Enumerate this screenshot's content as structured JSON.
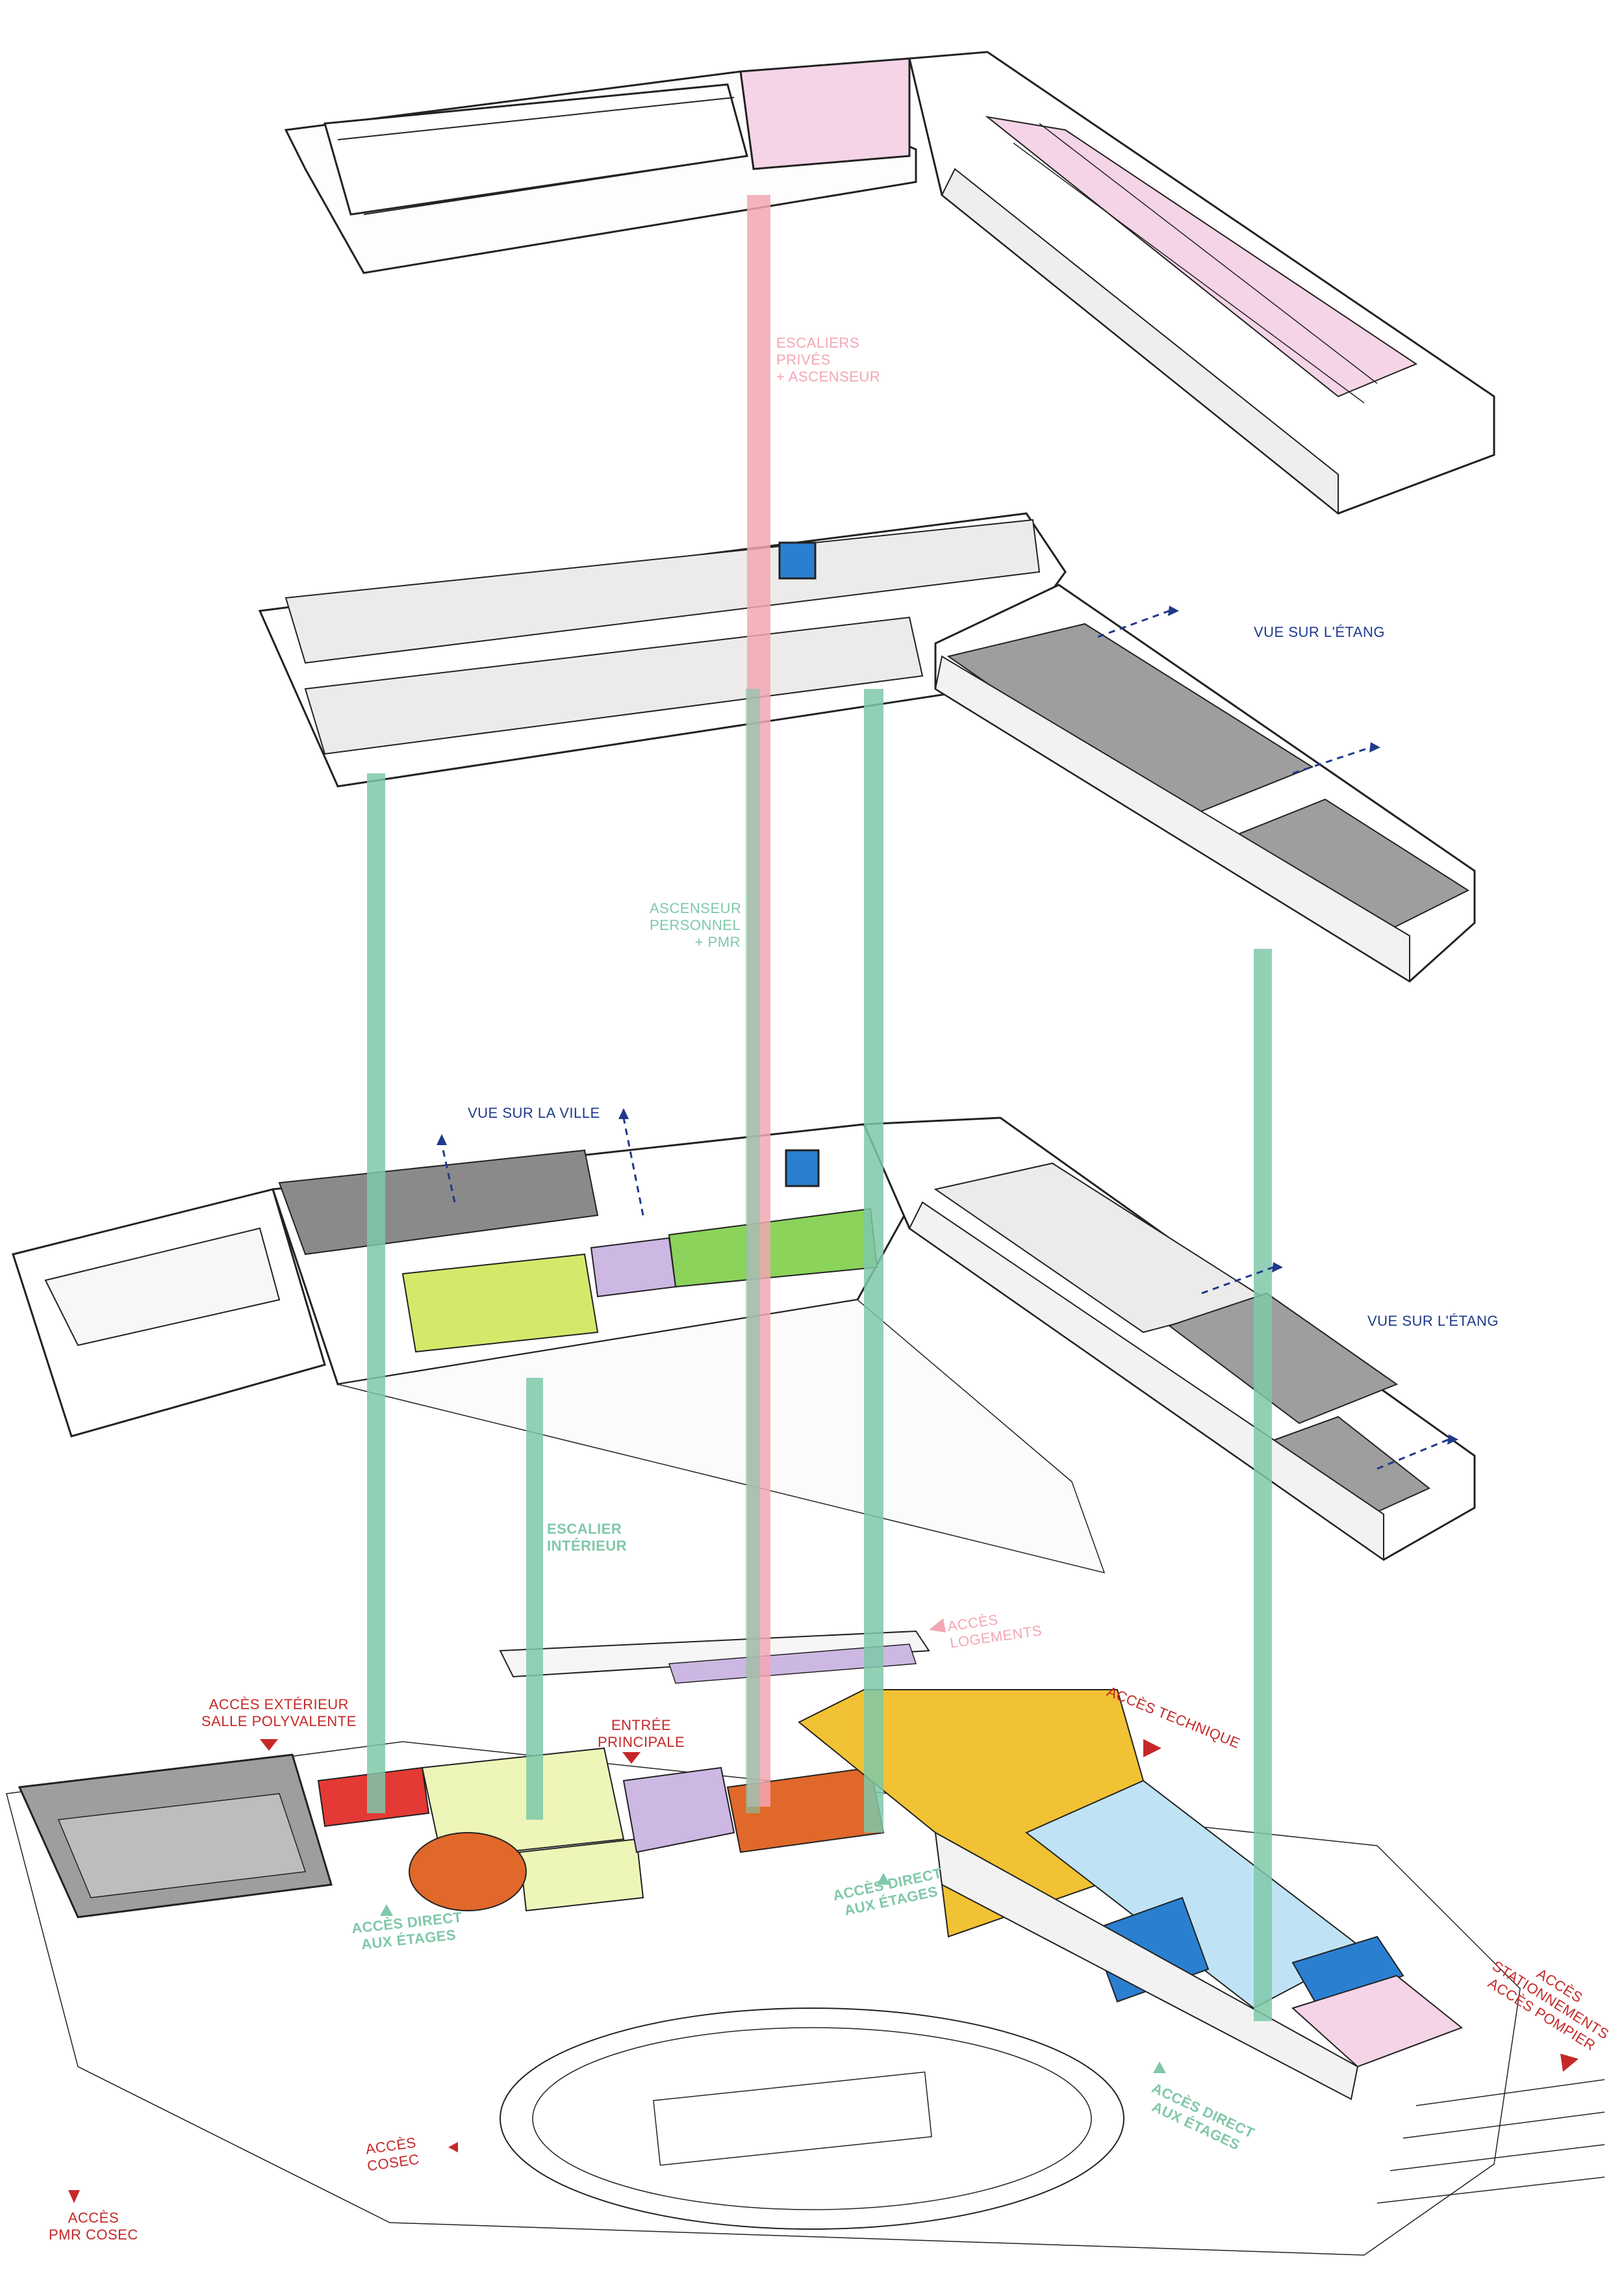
{
  "colors": {
    "circulation_green": "#7fc8a9",
    "private_pink": "#f2a7b3",
    "view_blue": "#1f3a8a",
    "access_red": "#c62828",
    "lime": "#d6e86a",
    "lime_light": "#eef5b8",
    "green": "#8bd35a",
    "lavender": "#cdb7e3",
    "orange": "#e0682a",
    "yellow": "#f1c233",
    "sky": "#bfe3f5",
    "blue": "#2a7fd1",
    "pink_room": "#f4d4e6",
    "grey_room": "#9e9e9e",
    "light_room": "#ecebea"
  },
  "labels": {
    "escaliers_prives": "ESCALIERS\nPRIVÉS\n+ ASCENSEUR",
    "vue_etang_upper": "VUE SUR L'ÉTANG",
    "ascenseur_personnel": "ASCENSEUR\nPERSONNEL\n+ PMR",
    "vue_ville": "VUE SUR LA VILLE",
    "vue_etang_middle": "VUE SUR L'ÉTANG",
    "escalier_interieur": "ESCALIER\nINTÉRIEUR",
    "acces_logements": "ACCÈS\nLOGEMENTS",
    "acces_exterieur": "ACCÈS EXTÉRIEUR\nSALLE POLYVALENTE",
    "entree_principale": "ENTRÉE\nPRINCIPALE",
    "acces_technique": "ACCÈS TECHNIQUE",
    "acces_direct_left": "ACCÈS DIRECT\nAUX ÉTAGES",
    "acces_direct_center": "ACCÈS DIRECT\nAUX ÉTAGES",
    "acces_direct_right": "ACCÈS DIRECT\nAUX ÉTAGES",
    "acces_stationnements": "ACCÈS\nSTATIONNEMENTS\nACCÈS POMPIER",
    "acces_cosec": "ACCÈS\nCOSEC",
    "acces_pmr_cosec": "ACCÈS\nPMR COSEC"
  }
}
